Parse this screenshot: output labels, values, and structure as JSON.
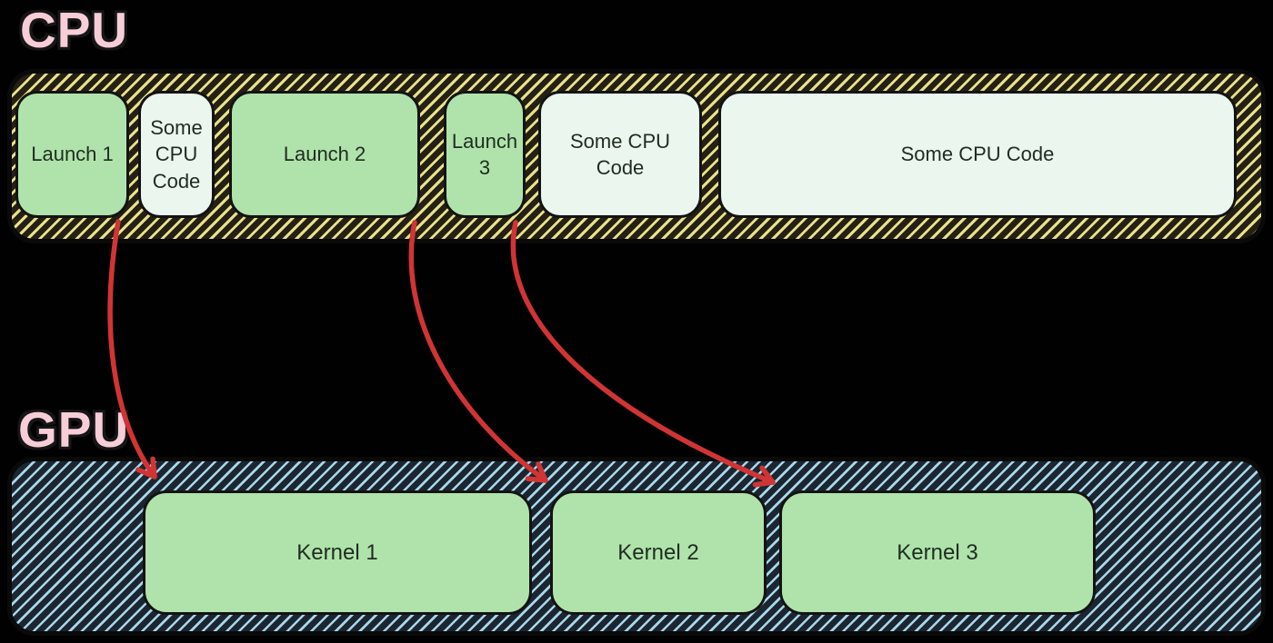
{
  "labels": {
    "cpu": "CPU",
    "gpu": "GPU"
  },
  "cpu_timeline": {
    "boxes": [
      {
        "label": "Launch 1",
        "type": "launch"
      },
      {
        "label": "Some CPU Code",
        "type": "cpu-code"
      },
      {
        "label": "Launch 2",
        "type": "launch"
      },
      {
        "label": "Launch 3",
        "type": "launch"
      },
      {
        "label": "Some CPU Code",
        "type": "cpu-code"
      },
      {
        "label": "Some CPU Code",
        "type": "cpu-code"
      }
    ]
  },
  "gpu_timeline": {
    "kernels": [
      {
        "label": "Kernel 1"
      },
      {
        "label": "Kernel 2"
      },
      {
        "label": "Kernel 3"
      }
    ]
  },
  "arrows": [
    {
      "from": "Launch 1",
      "to": "Kernel 1"
    },
    {
      "from": "Launch 2",
      "to": "Kernel 2"
    },
    {
      "from": "Launch 3",
      "to": "Kernel 3"
    }
  ],
  "colors": {
    "background": "#000000",
    "label_pink": "#f7cdd8",
    "launch_box_green": "#b0e3ab",
    "cpu_code_box_mint": "#eaf6ee",
    "cpu_hatch_yellow": "#e9e18a",
    "gpu_hatch_blue": "#a9d6ea",
    "hatch_dark": "#1e1e1e",
    "arrow_red": "#d13434",
    "box_text": "#1f2d20"
  }
}
